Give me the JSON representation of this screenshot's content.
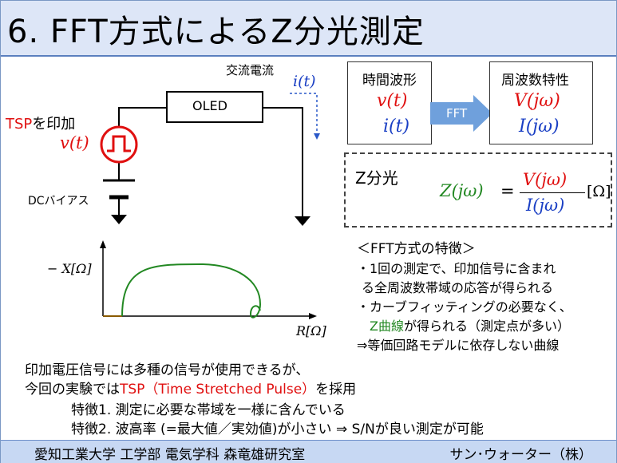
{
  "title": "6.  FFT方式によるZ分光測定",
  "circuit": {
    "ac_current_label": "交流電流",
    "current_symbol": "i(t)",
    "oled_label": "OLED",
    "tsp_word": "TSP",
    "tsp_apply": "を印加",
    "voltage_symbol": "v(t)",
    "dc_bias_label": "DCバイアス"
  },
  "time_box": {
    "title": "時間波形",
    "v": "v(t)",
    "i": "i(t)"
  },
  "fft_label": "FFT",
  "freq_box": {
    "title": "周波数特性",
    "V": "V(jω)",
    "I": "I(jω)"
  },
  "zspec": {
    "title": "Z分光",
    "Z": "Z(jω)",
    "eq": "=",
    "num": "V(jω)",
    "den": "I(jω)",
    "unit": "[Ω]"
  },
  "plot": {
    "ylabel": "− X[Ω]",
    "xlabel": "R[Ω]"
  },
  "features": {
    "heading": "＜FFT方式の特徴＞",
    "line1": "・1回の測定で、印加信号に含まれ",
    "line2": "る全周波数帯域の応答が得られる",
    "line3": "・カーブフィッティングの必要なく、",
    "line4_pre": "Z曲線",
    "line4_post": "が得られる（測定点が多い）",
    "line5": "⇒等価回路モデルに依存しない曲線"
  },
  "bottom": {
    "line1": "印加電圧信号には多種の信号が使用できるが、",
    "line2_pre": "今回の実験では",
    "line2_red": "TSP（Time Stretched Pulse）",
    "line2_post": "を採用",
    "line3": "特徴1. 測定に必要な帯域を一様に含んでいる",
    "line4": "特徴2. 波高率 (=最大値／実効値)が小さい ⇒  S/Nが良い測定が可能"
  },
  "footer": {
    "left": "愛知工業大学 工学部 電気学科 森竜雄研究室",
    "right": "サン･ウォーター（株）"
  },
  "colors": {
    "red": "#e01010",
    "blue": "#1a3fc4",
    "green": "#228822",
    "arrow": "#6fa0dc",
    "title_bg": "#dde6f7",
    "footer_bg": "#c7d8f3"
  }
}
